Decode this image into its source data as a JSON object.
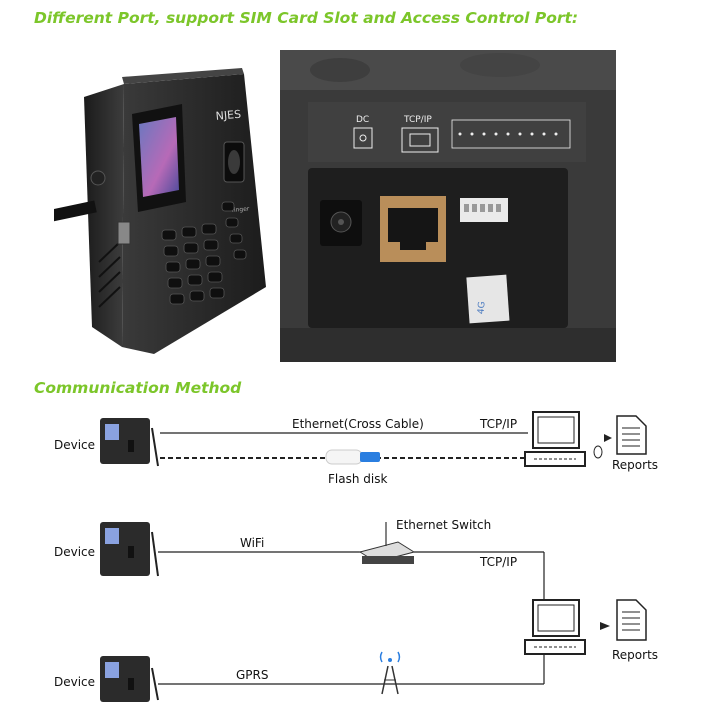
{
  "headings": {
    "ports": "Different Port, support SIM Card Slot and Access Control Port:",
    "comm": "Communication Method"
  },
  "device": {
    "brand": "NJES",
    "fingerprint_label": "finger"
  },
  "port_panel": {
    "dc": "DC",
    "tcpip": "TCP/IP",
    "sim": "4G"
  },
  "diagram": {
    "device_label": "Device",
    "ethernet": "Ethernet(Cross Cable)",
    "tcpip": "TCP/IP",
    "flash": "Flash disk",
    "reports": "Reports",
    "wifi": "WiFi",
    "switch": "Ethernet Switch",
    "gprs": "GPRS"
  },
  "colors": {
    "heading": "#7cc62a",
    "usb_blue": "#2a7ee0",
    "device_body": "#2b2b2b"
  }
}
